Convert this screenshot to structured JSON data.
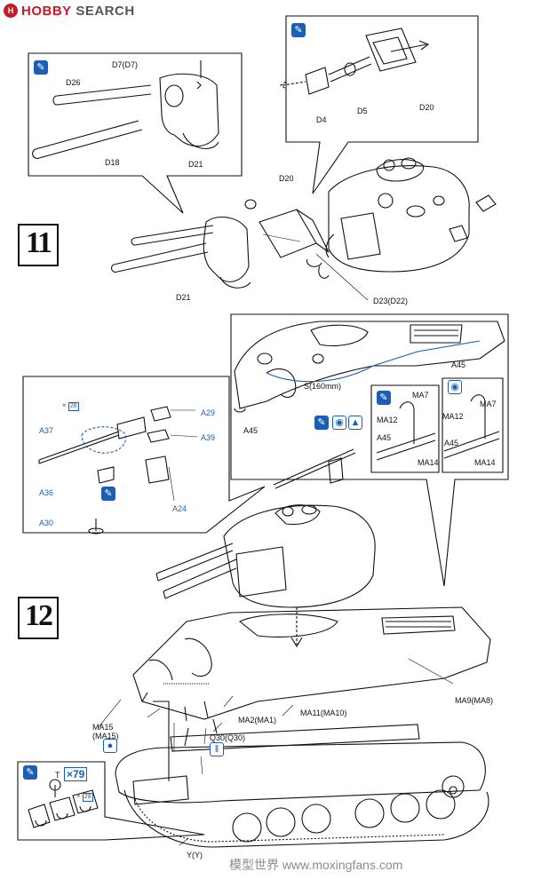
{
  "watermark": {
    "brand_h": "H",
    "brand_bold": "HOBBY",
    "brand_rest": " SEARCH",
    "footer": "模型世界 www.moxingfans.com"
  },
  "colors": {
    "accent_blue": "#1a5fb4",
    "brand_red": "#c21c24",
    "line": "#111111"
  },
  "steps": {
    "s11": "11",
    "s12": "12"
  },
  "step11": {
    "inset_left": {
      "labels": [
        "D7(D7)",
        "D26",
        "D18",
        "D21"
      ]
    },
    "inset_right": {
      "labels": [
        "D4",
        "D5",
        "D20"
      ]
    },
    "main": {
      "labels": [
        "D20",
        "D21",
        "D23(D22)"
      ]
    }
  },
  "step12": {
    "inset_gun": {
      "labels": [
        "A29",
        "A37",
        "A39",
        "A36",
        "A24",
        "A30"
      ],
      "badge1": "26",
      "badge1_prefix": "×"
    },
    "inset_hull": {
      "labels": [
        "A45",
        "A45",
        "S(160mm)",
        "MA7",
        "MA12",
        "A45",
        "MA14",
        "MA7",
        "MA12",
        "A45",
        "MA14"
      ]
    },
    "main": {
      "labels": [
        "MA9(MA8)",
        "MA11(MA10)",
        "MA2(MA1)",
        "MA15",
        "(MA15)",
        "Q30(Q30)",
        "Y(Y)"
      ]
    },
    "inset_tracks": {
      "label_t": "T",
      "mult": "×79",
      "badge2": "28",
      "badge2_prefix": "×"
    }
  },
  "icons": [
    "cement-icon",
    "cement-icon",
    "cement-icon",
    "paint-icon",
    "cement-icon",
    "drill-icon",
    "paint-icon",
    "cement-icon",
    "cement-icon"
  ]
}
